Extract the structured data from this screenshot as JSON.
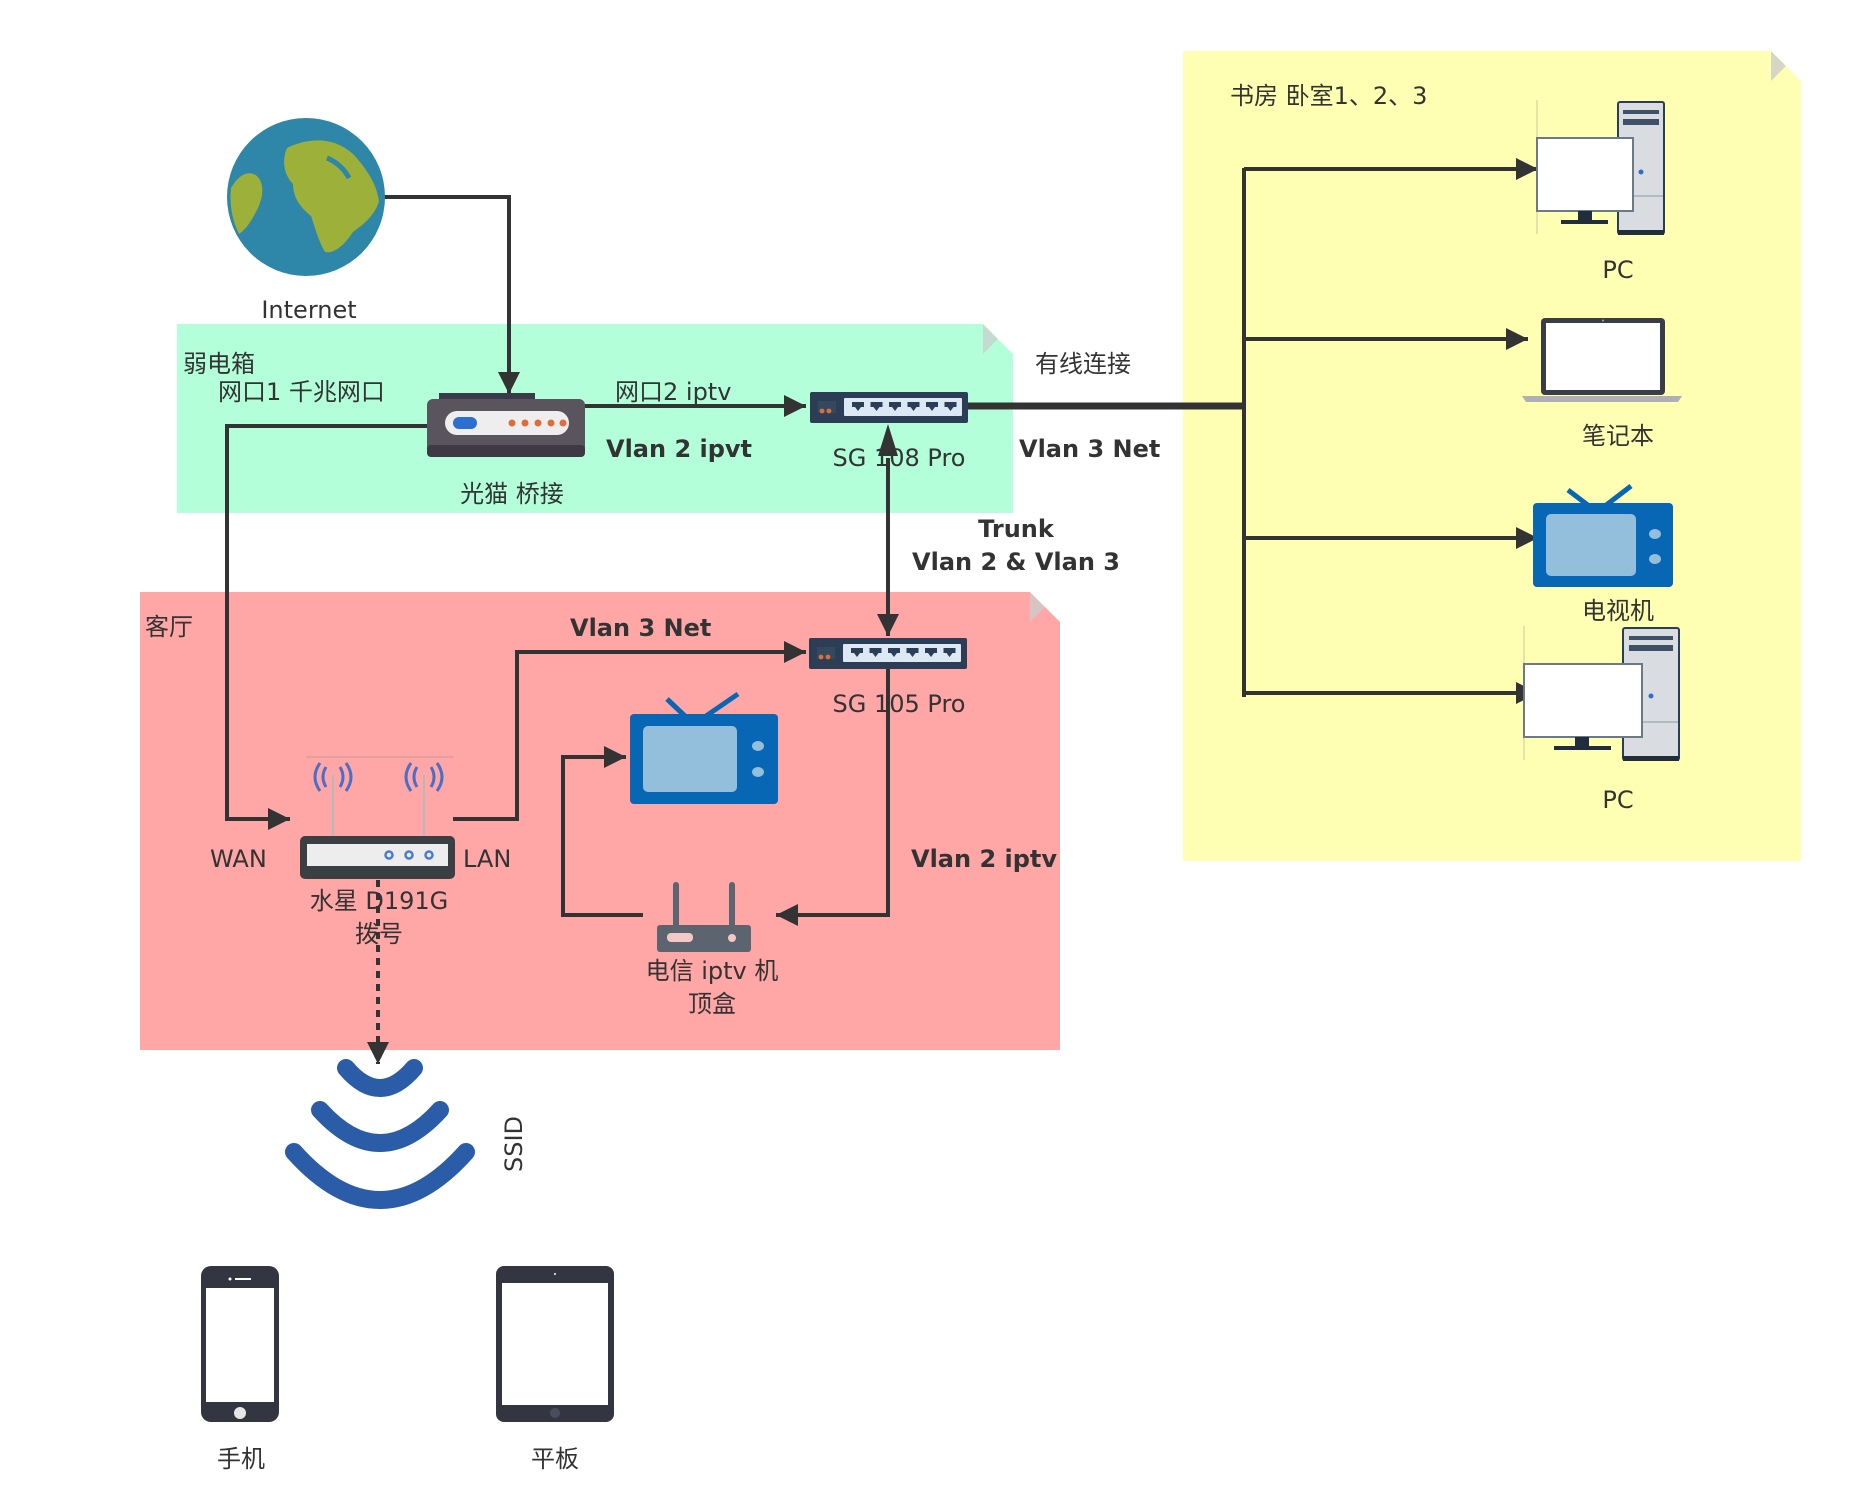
{
  "diagram": {
    "zones": {
      "weak_box": {
        "label": "弱电箱",
        "color": "#b3ffd9"
      },
      "living_room": {
        "label": "客厅",
        "color": "#ffa6a6"
      },
      "bedrooms": {
        "label": "书房 卧室1、2、3",
        "color": "#ffffb3"
      }
    },
    "nodes": {
      "internet": {
        "label": "Internet",
        "icon": "globe-icon"
      },
      "ont": {
        "label": "光猫 桥接",
        "icon": "modem-icon"
      },
      "sg108": {
        "label": "SG 108 Pro",
        "icon": "switch-icon"
      },
      "sg105": {
        "label": "SG 105 Pro",
        "icon": "switch-icon"
      },
      "router": {
        "label_line1": "水星 D191G",
        "label_line2": "拨号",
        "icon": "wifi-router-icon",
        "wan": "WAN",
        "lan": "LAN"
      },
      "iptv_box": {
        "label_line1": "电信 iptv 机",
        "label_line2": "顶盒",
        "icon": "set-top-box-icon"
      },
      "living_tv": {
        "icon": "tv-icon"
      },
      "wifi": {
        "label": "SSID",
        "icon": "wifi-signal-icon"
      },
      "phone": {
        "label": "手机",
        "icon": "phone-icon"
      },
      "tablet": {
        "label": "平板",
        "icon": "tablet-icon"
      },
      "pc1": {
        "label": "PC",
        "icon": "desktop-pc-icon"
      },
      "laptop": {
        "label": "笔记本",
        "icon": "laptop-icon"
      },
      "bedroom_tv": {
        "label": "电视机",
        "icon": "tv-icon"
      },
      "pc2": {
        "label": "PC",
        "icon": "desktop-pc-icon"
      }
    },
    "edge_labels": {
      "port1": "网口1 千兆网口",
      "port2": "网口2 iptv",
      "vlan2_ipvt": "Vlan 2 ipvt",
      "vlan3_net_top": "Vlan 3 Net",
      "wired": "有线连接",
      "trunk_line1": "Trunk",
      "trunk_line2": "Vlan 2 & Vlan 3",
      "vlan3_net_living": "Vlan 3 Net",
      "vlan2_iptv": "Vlan 2 iptv"
    },
    "colors": {
      "line": "#333333",
      "switch_body": "#2c3e55",
      "tv_blue": "#0767b5",
      "tv_screen": "#93bfdd",
      "globe_ocean": "#2e86a9",
      "globe_land": "#9db03a",
      "wifi_blue": "#2b5ca8"
    }
  }
}
